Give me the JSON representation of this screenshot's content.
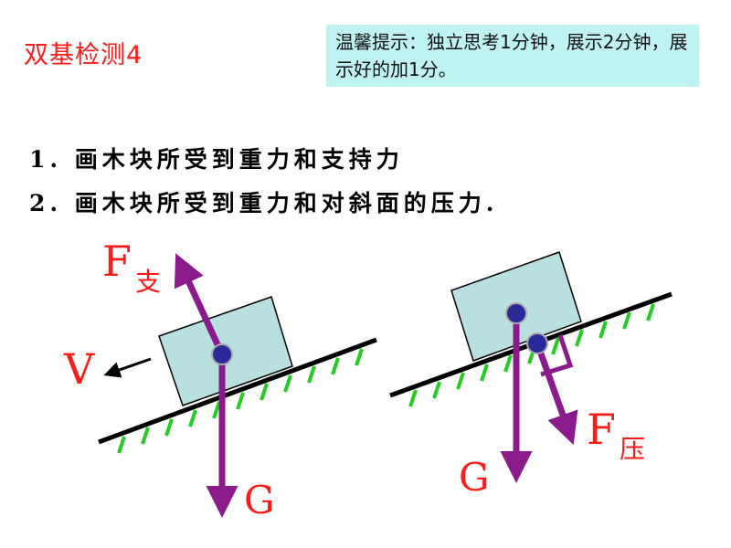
{
  "header": {
    "title": "双基检测4"
  },
  "tip": {
    "text": "温馨提示：独立思考1分钟，展示2分钟，展示好的加1分。"
  },
  "tasks": [
    "1. 画木块所受到重力和支持力",
    "2. 画木块所受到重力和对斜面的压力."
  ],
  "diagram_left": {
    "support_force_main": "F",
    "support_force_sub": "支",
    "velocity_label": "V",
    "gravity_label": "G"
  },
  "diagram_right": {
    "gravity_label": "G",
    "pressure_force_main": "F",
    "pressure_force_sub": "压"
  },
  "colors": {
    "title": "#ff1a1a",
    "tip_bg": "#bff3f3",
    "block_fill": "#b9e0e0",
    "force_arrow": "#8b1a8b",
    "dot": "#2a2a9a",
    "hatch": "#22cc22",
    "label": "#ff1a1a"
  }
}
